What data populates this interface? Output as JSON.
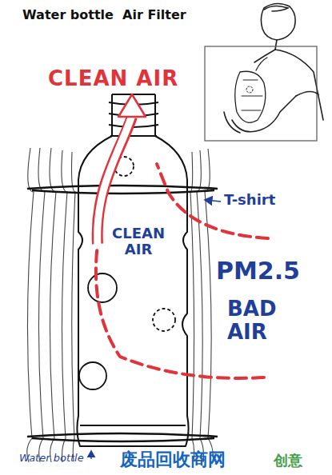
{
  "diagram": {
    "title": "Water bottle  Air Filter",
    "labels": [
      "CLEAN AIR",
      "T-shirt",
      "CLEAN AIR",
      "PM2.5",
      "BAD AIR",
      "Water bottle",
      "废品回收商网",
      "创意"
    ]
  }
}
